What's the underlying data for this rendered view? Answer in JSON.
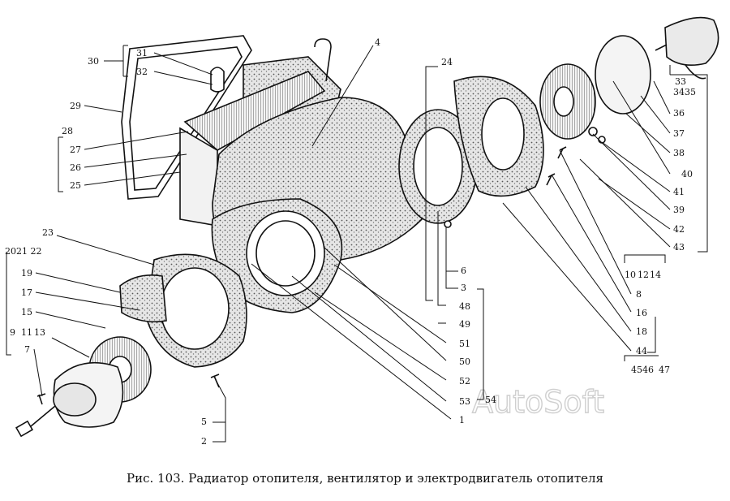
{
  "figure": {
    "caption": "Рис. 103. Радиатор отопителя, вентилятор и электродвигатель отопителя",
    "watermark": "AutoSoft"
  },
  "callouts": [
    "30",
    "31",
    "32",
    "29",
    "28",
    "27",
    "26",
    "25",
    "4",
    "24",
    "23",
    "2021 22",
    "19",
    "17",
    "15",
    "9",
    "11",
    "13",
    "7",
    "5",
    "2",
    "6",
    "3",
    "48",
    "49",
    "51",
    "50",
    "52",
    "53",
    "54",
    "1",
    "33",
    "3435",
    "36",
    "37",
    "38",
    "40",
    "41",
    "39",
    "42",
    "43",
    "10",
    "12",
    "14",
    "8",
    "16",
    "18",
    "44",
    "4546",
    "47"
  ],
  "colors": {
    "ink": "#111111",
    "stipple": "#bdbdbd",
    "paper": "#ffffff"
  }
}
